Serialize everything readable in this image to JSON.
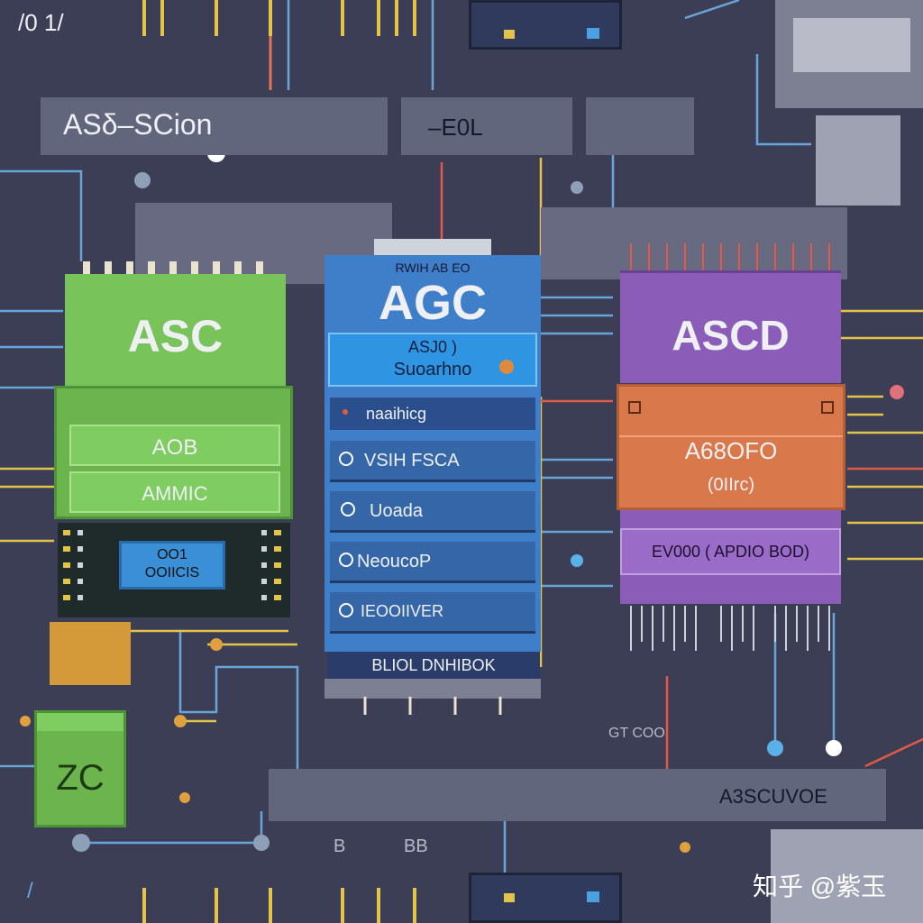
{
  "corner_labels": {
    "top_left": "/0  1/",
    "bottom_left": "/"
  },
  "top_bar": {
    "left_label": "ASδ–SCion",
    "right_label": "–E0L"
  },
  "chips": {
    "green": {
      "title": "ASC",
      "box1": "AOB",
      "box2": "AMMIC",
      "inner_line1": "OO1",
      "inner_line2": "OOIICIS",
      "color": "#79c45a"
    },
    "blue": {
      "header_line": "RWIH  AB  EO",
      "title": "AGC",
      "sub1": "ASJ0 )",
      "sub2": "Suoarhno",
      "rows": [
        "naaihicg",
        "VSIH FSCA",
        "Uoada",
        "NeoucoP",
        "IEOOIIVER"
      ],
      "footer": "BLIOL DNHIBOK",
      "color": "#3f7ec8"
    },
    "purple": {
      "title": "ASCD",
      "orange_line1": "A68OFO",
      "orange_line2": "(0IIrc)",
      "band": "EV000 ( APDIO BOD)",
      "color": "#8b5cb8",
      "orange": "#d9784a"
    },
    "small_green": {
      "label": "ZC"
    }
  },
  "bottom_bar": {
    "label": "A3SCUVOE",
    "marks": [
      "B",
      "BB"
    ]
  },
  "right_small": {
    "label": "GT  COO"
  },
  "watermark": "知乎 @紫玉"
}
